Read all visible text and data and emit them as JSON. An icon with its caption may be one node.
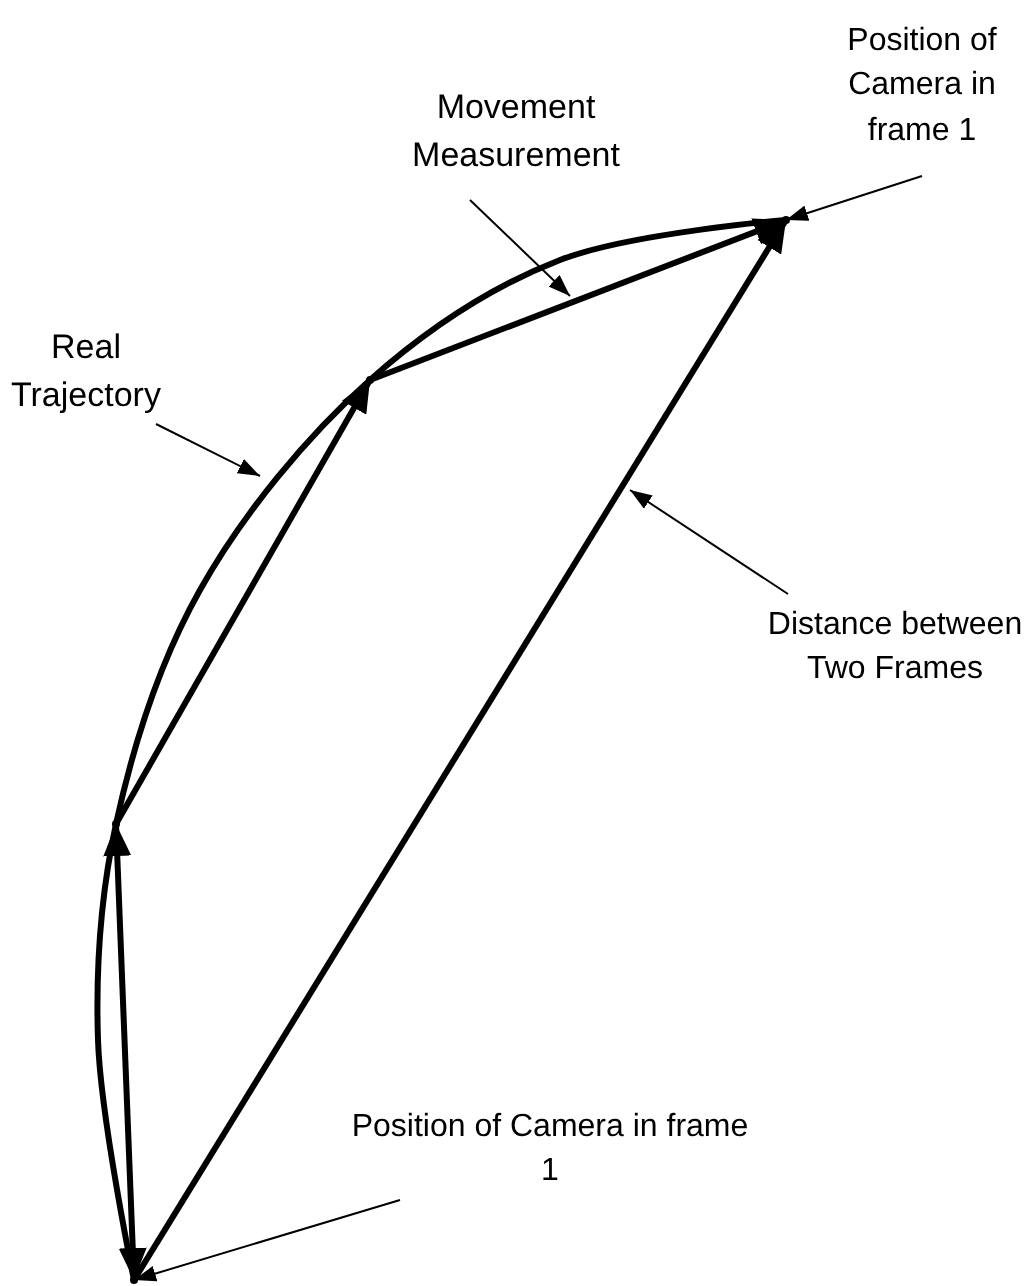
{
  "diagram": {
    "nodes": [
      {
        "text": [
          "Position of Camera in frame 1"
        ]
      },
      {
        "text": [
          "Movement Measurement"
        ]
      },
      {
        "text": [
          "Real Trajectory"
        ]
      },
      {
        "text": [
          "Distance between Two Frames"
        ]
      },
      {
        "text": [
          "Position of Camera in frame 1"
        ]
      },
      {
        "text": [],
        "shape": "point"
      },
      {
        "text": [],
        "shape": "point"
      },
      {
        "text": [],
        "shape": "point"
      },
      {
        "text": [],
        "shape": "point"
      }
    ],
    "edges": [
      {
        "from": 0,
        "to": 5,
        "arrow": "to"
      },
      {
        "from": 1,
        "to": null,
        "arrow": "to"
      },
      {
        "from": 2,
        "to": null,
        "arrow": "to"
      },
      {
        "from": 3,
        "to": null,
        "arrow": "to"
      },
      {
        "from": 4,
        "to": 8,
        "arrow": "to"
      },
      {
        "from": 8,
        "to": 7,
        "arrow": "both",
        "style": "thick"
      },
      {
        "from": 7,
        "to": 6,
        "arrow": "to",
        "style": "thick"
      },
      {
        "from": 6,
        "to": 5,
        "arrow": "to",
        "style": "thick"
      },
      {
        "from": 8,
        "to": 5,
        "arrow": "to",
        "style": "thick"
      },
      {
        "from": 8,
        "to": 5,
        "arrow": "none",
        "style": "thick"
      }
    ]
  }
}
